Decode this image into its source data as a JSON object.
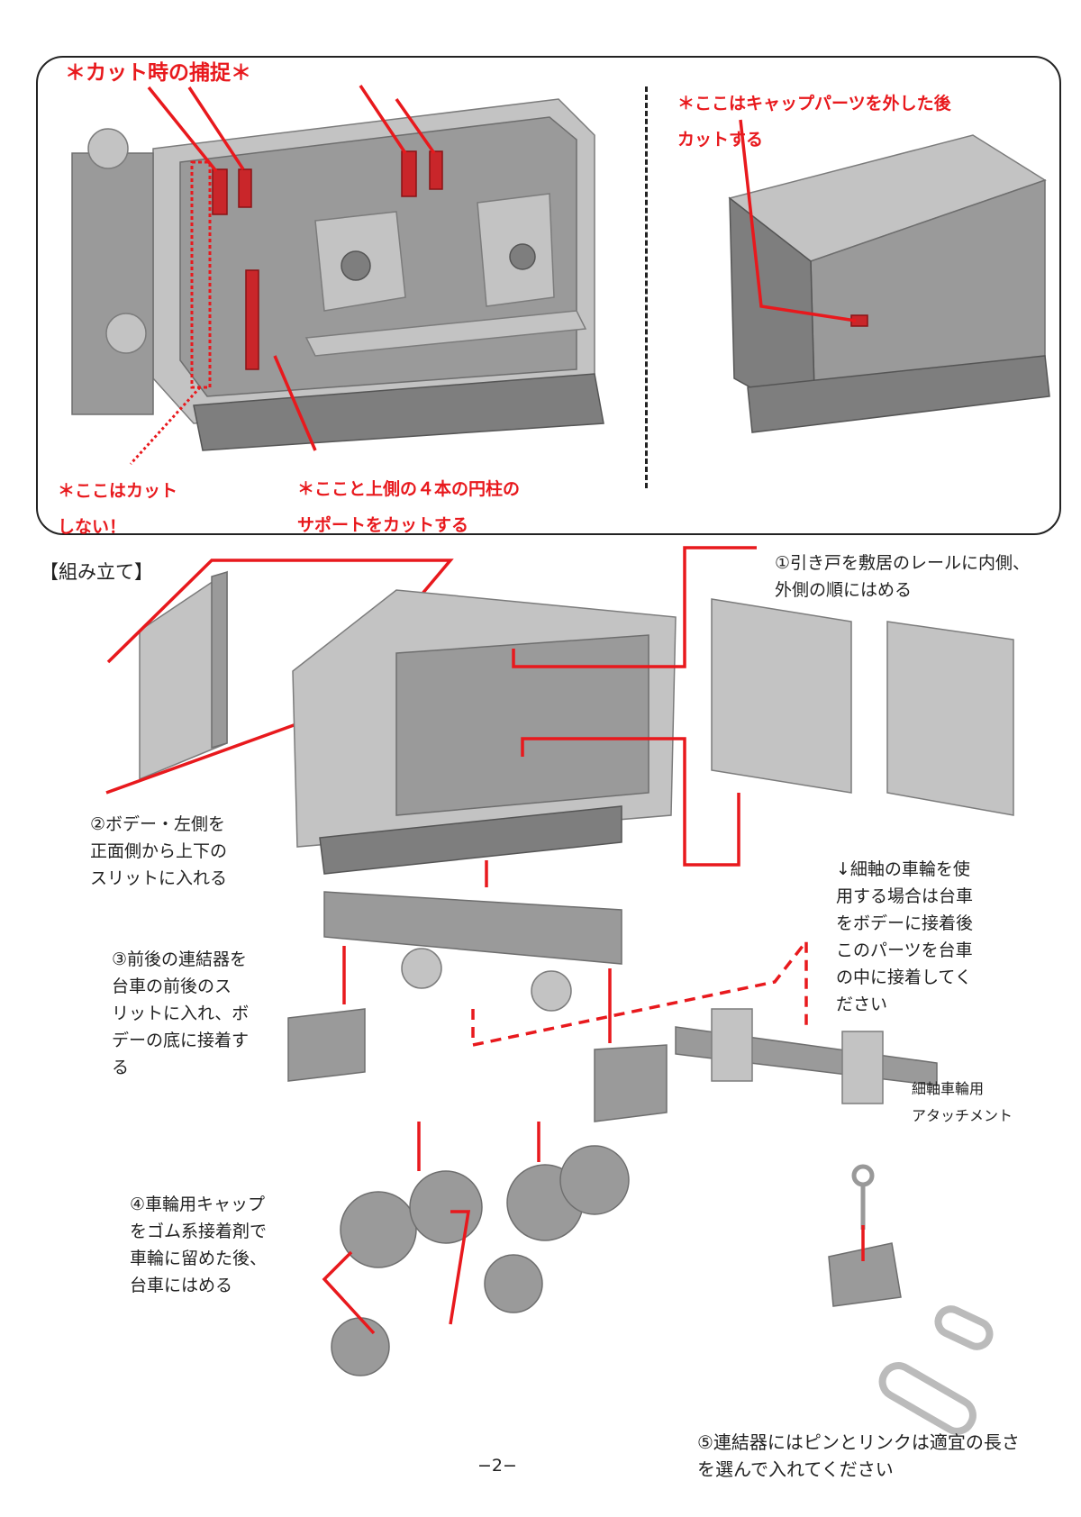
{
  "cut_section": {
    "capture_label": "＊カット時の捕捉＊",
    "cap_note": [
      "＊ここはキャップパーツを外した後",
      "カットする"
    ],
    "no_cut_note": [
      "＊ここはカット",
      "しない！"
    ],
    "cut_support_note": [
      "＊ここと上側の４本の円柱の",
      "サポートをカットする"
    ]
  },
  "assembly": {
    "heading": "【組み立て】",
    "step1": [
      "①引き戸を敷居のレールに内側、",
      "外側の順にはめる"
    ],
    "step2": [
      "②ボデー・左側を",
      "正面側から上下の",
      "スリットに入れる"
    ],
    "step3": [
      "③前後の連結器を",
      "台車の前後のス",
      "リットに入れ、ボ",
      "デーの底に接着す",
      "る"
    ],
    "thin_axle_note": [
      "↓細軸の車輪を使",
      "用する場合は台車",
      "をボデーに接着後",
      "このパーツを台車",
      "の中に接着してく",
      "ださい"
    ],
    "attachment_label": [
      "細軸車輪用",
      "アタッチメント"
    ],
    "step4": [
      "④車輪用キャップ",
      "をゴム系接着剤で",
      "車輪に留めた後、",
      "台車にはめる"
    ],
    "step5": [
      "⑤連結器にはピンとリンクは適宜の長さ",
      "を選んで入れてください"
    ]
  },
  "page_number": "−2−",
  "colors": {
    "accent_red": "#e8191d",
    "part_gray": "#9a9a9a"
  }
}
